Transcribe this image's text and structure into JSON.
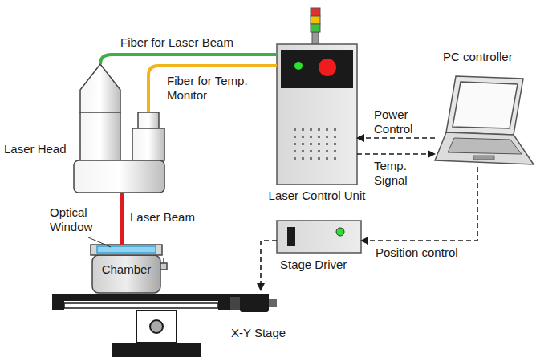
{
  "diagram": {
    "nodes": [
      {
        "text": [
          "Laser Head"
        ]
      },
      {
        "text": [
          "Chamber"
        ]
      },
      {
        "text": [
          "Laser Control Unit"
        ]
      },
      {
        "text": [
          "PC controller"
        ]
      },
      {
        "text": [
          "Stage Driver"
        ]
      },
      {
        "text": [
          "X-Y Stage"
        ]
      }
    ],
    "edges": [
      {
        "from": 0,
        "to": 2,
        "arrow": "none",
        "label": "Fiber for Laser Beam"
      },
      {
        "from": 0,
        "to": 2,
        "arrow": "none",
        "label": "Fiber for Temp. Monitor"
      },
      {
        "from": 0,
        "to": 1,
        "arrow": "none",
        "label": "Laser Beam"
      },
      {
        "from": 3,
        "to": 2,
        "arrow": "to",
        "label": "Power Control"
      },
      {
        "from": 2,
        "to": 3,
        "arrow": "to",
        "label": "Temp. Signal"
      },
      {
        "from": 3,
        "to": 4,
        "arrow": "to",
        "label": "Position control"
      },
      {
        "from": 4,
        "to": 5,
        "arrow": "to"
      }
    ],
    "labels": [
      "Optical Window"
    ]
  }
}
